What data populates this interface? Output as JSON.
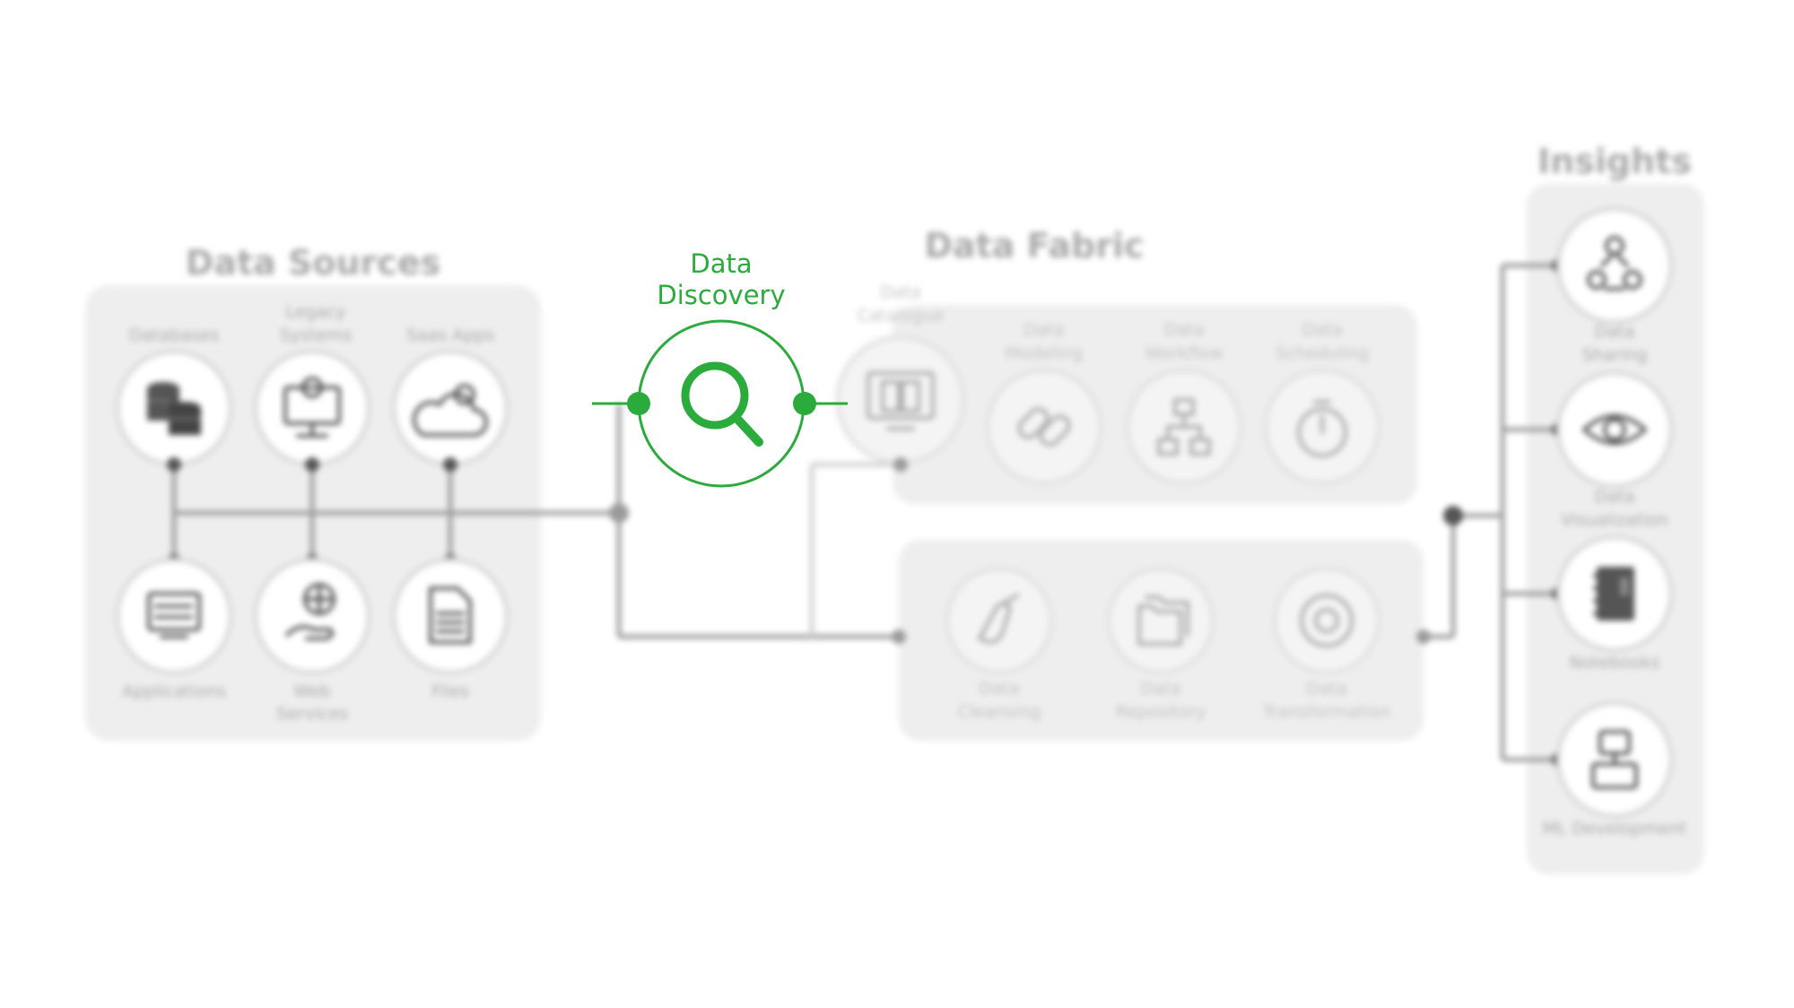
{
  "sections": {
    "data_sources": "Data Sources",
    "data_fabric": "Data Fabric",
    "insights": "Insights"
  },
  "focus": {
    "line1": "Data",
    "line2": "Discovery",
    "icon": "magnifier-icon",
    "accent": "#2aab3c"
  },
  "sources": {
    "databases": "Databases",
    "legacy_1": "Legacy",
    "legacy_2": "Systems",
    "saas": "Saas Apps",
    "applications": "Applications",
    "web_1": "Web",
    "web_2": "Services",
    "files": "Files"
  },
  "fabric": {
    "catalogue_1": "Data",
    "catalogue_2": "Catalogue",
    "modeling_1": "Data",
    "modeling_2": "Modeling",
    "workflow_1": "Data",
    "workflow_2": "Workflow",
    "scheduling_1": "Data",
    "scheduling_2": "Scheduling",
    "cleansing_1": "Data",
    "cleansing_2": "Cleansing",
    "repository_1": "Data",
    "repository_2": "Repository",
    "transformation_1": "Data",
    "transformation_2": "Transformation"
  },
  "insights": {
    "sharing_1": "Data",
    "sharing_2": "Sharing",
    "visualization_1": "Data",
    "visualization_2": "Visualization",
    "notebooks": "Notebooks",
    "ml": "ML Development"
  }
}
